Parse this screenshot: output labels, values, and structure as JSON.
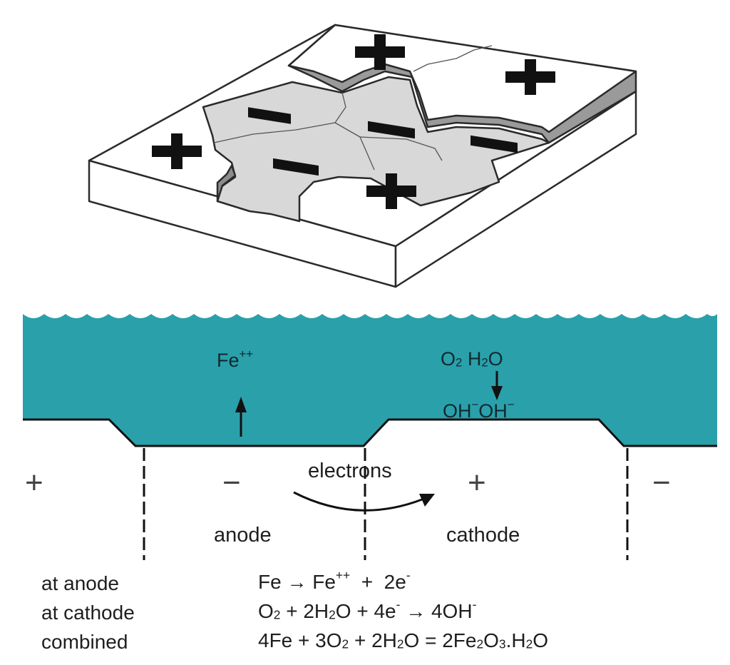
{
  "water_labels": {
    "fe_ion": {
      "base": "Fe",
      "sup": "++"
    },
    "o2_base": "O",
    "o2_sub": "2",
    "h2o": {
      "a": "H",
      "sub": "2",
      "b": "O"
    },
    "hydroxide": {
      "base": "OH",
      "sup": "−"
    }
  },
  "labels": {
    "electrons": "electrons",
    "anode": "anode",
    "cathode": "cathode"
  },
  "signs": {
    "plus": "+",
    "minus": "−"
  },
  "reactions": [
    {
      "name": "at anode",
      "equation": {
        "t1": "Fe → Fe",
        "sup1": "++",
        "t2": "  +  2e",
        "sup2": "-"
      }
    },
    {
      "name": "at cathode",
      "equation": {
        "t1": "O",
        "sub1": "2",
        "t2": " + 2H",
        "sub2": "2",
        "t3": "O + 4e",
        "sup1": "-",
        "t4": " → 4OH",
        "sup2": "-"
      }
    },
    {
      "name": "combined",
      "equation": {
        "t1": "4Fe + 3O",
        "sub1": "2",
        "t2": " + 2H",
        "sub2": "2",
        "t3": "O = 2Fe",
        "sub3": "2",
        "t4": "O",
        "sub4": "3",
        "t5": ".H",
        "sub5": "2",
        "t6": "O"
      }
    }
  ],
  "colors": {
    "water": "#2aa0ab",
    "anode_region": "#d8d8d8",
    "cathode_region": "#ffffff",
    "outline": "#2a2a2a"
  }
}
